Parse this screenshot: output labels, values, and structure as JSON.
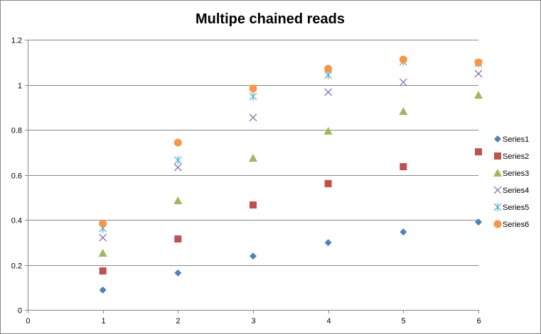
{
  "chart_data": {
    "type": "scatter",
    "title": "Multipe chained reads",
    "xlabel": "",
    "ylabel": "",
    "xlim": [
      0,
      6
    ],
    "ylim": [
      0,
      1.2
    ],
    "x_ticks": [
      "0",
      "1",
      "2",
      "3",
      "4",
      "5",
      "6"
    ],
    "y_ticks": [
      "0",
      "0.2",
      "0.4",
      "0.6",
      "0.8",
      "1",
      "1.2"
    ],
    "grid": "horizontal",
    "legend_position": "right",
    "x": [
      1,
      2,
      3,
      4,
      5,
      6
    ],
    "series": [
      {
        "name": "Series1",
        "marker": "diamond",
        "color": "#4F81BD",
        "values": [
          0.088,
          0.164,
          0.239,
          0.299,
          0.346,
          0.39
        ]
      },
      {
        "name": "Series2",
        "marker": "square",
        "color": "#C0504D",
        "values": [
          0.173,
          0.315,
          0.466,
          0.561,
          0.636,
          0.702
        ]
      },
      {
        "name": "Series3",
        "marker": "triangle",
        "color": "#9BBB59",
        "values": [
          0.252,
          0.485,
          0.674,
          0.794,
          0.882,
          0.954
        ]
      },
      {
        "name": "Series4",
        "marker": "x",
        "color": "#8064A2",
        "values": [
          0.321,
          0.633,
          0.854,
          0.967,
          1.011,
          1.049
        ]
      },
      {
        "name": "Series5",
        "marker": "star",
        "color": "#4BACC6",
        "values": [
          0.362,
          0.665,
          0.948,
          1.043,
          1.102,
          1.096
        ]
      },
      {
        "name": "Series6",
        "marker": "circle",
        "color": "#F79646",
        "values": [
          0.384,
          0.743,
          0.983,
          1.071,
          1.112,
          1.099
        ]
      }
    ]
  }
}
